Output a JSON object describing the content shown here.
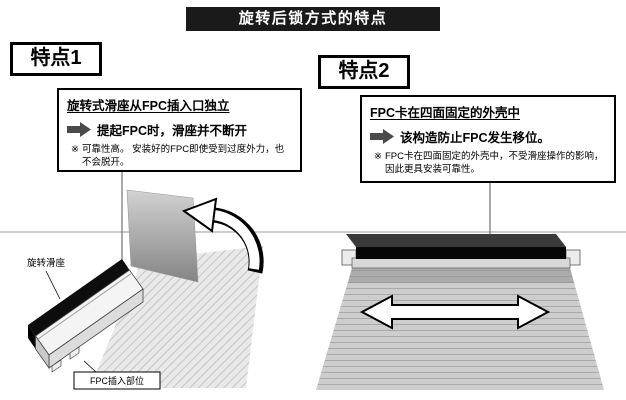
{
  "header": {
    "title": "旋转后锁方式的特点"
  },
  "feature1": {
    "label": "特点1",
    "heading": "旋转式滑座从FPC插入口独立",
    "arrow_text": "提起FPC时，滑座并不断开",
    "note_mark": "※",
    "note": "可靠性高。 安装好的FPC即使受到过度外力，也不会脱开。"
  },
  "feature2": {
    "label": "特点2",
    "heading": "FPC卡在四面固定的外壳中",
    "arrow_text": "该构造防止FPC发生移位。",
    "note_mark": "※",
    "note": "FPC卡在四面固定的外壳中，不受滑座操作的影响，因此更具安装可靠性。"
  },
  "illustration": {
    "left": {
      "slider_label": "旋转滑座",
      "insert_label": "FPC插入部位"
    }
  },
  "colors": {
    "header_bg": "#1a1a1a",
    "block_arrow": "#4a4a4a",
    "slider_black": "#0d0d0d"
  }
}
